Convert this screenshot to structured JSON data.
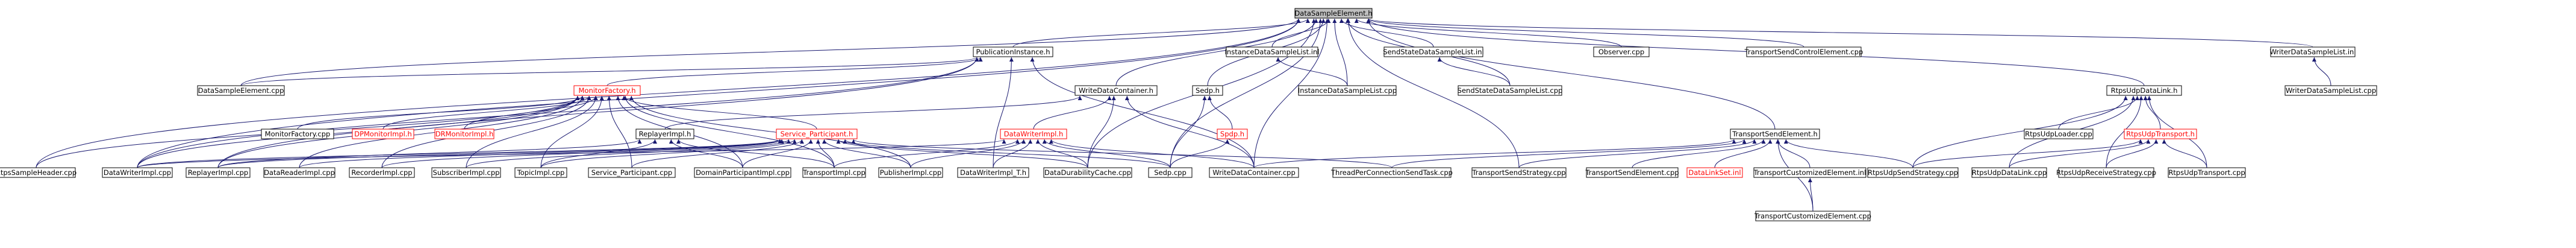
{
  "graph": {
    "nodes": [
      {
        "id": "root",
        "label": "DataSampleElement.h",
        "kind": "root"
      },
      {
        "id": "pubinst",
        "label": "PublicationInstance.h",
        "kind": "normal"
      },
      {
        "id": "instlist_h",
        "label": "InstanceDataSampleList.inl",
        "kind": "normal"
      },
      {
        "id": "sendstate_inl",
        "label": "SendStateDataSampleList.inl",
        "kind": "normal"
      },
      {
        "id": "observer",
        "label": "Observer.cpp",
        "kind": "normal"
      },
      {
        "id": "tsce",
        "label": "TransportSendControlElement.cpp",
        "kind": "normal"
      },
      {
        "id": "wdsl_inl",
        "label": "WriterDataSampleList.inl",
        "kind": "normal"
      },
      {
        "id": "dse_cpp",
        "label": "DataSampleElement.cpp",
        "kind": "normal"
      },
      {
        "id": "monfac_h",
        "label": "MonitorFactory.h",
        "kind": "red"
      },
      {
        "id": "wdc_h",
        "label": "WriteDataContainer.h",
        "kind": "normal"
      },
      {
        "id": "sedp_h",
        "label": "Sedp.h",
        "kind": "normal"
      },
      {
        "id": "idsl_cpp",
        "label": "InstanceDataSampleList.cpp",
        "kind": "normal"
      },
      {
        "id": "ssdsl_cpp",
        "label": "SendStateDataSampleList.cpp",
        "kind": "normal"
      },
      {
        "id": "tse_h",
        "label": "TransportSendElement.h",
        "kind": "normal"
      },
      {
        "id": "rtpslink_h",
        "label": "RtpsUdpDataLink.h",
        "kind": "normal"
      },
      {
        "id": "wdsl_cpp",
        "label": "WriterDataSampleList.cpp",
        "kind": "normal"
      },
      {
        "id": "monfac_cpp",
        "label": "MonitorFactory.cpp",
        "kind": "normal"
      },
      {
        "id": "dpmon_h",
        "label": "DPMonitorImpl.h",
        "kind": "red"
      },
      {
        "id": "drmon_h",
        "label": "DRMonitorImpl.h",
        "kind": "red"
      },
      {
        "id": "replayer_h",
        "label": "ReplayerImpl.h",
        "kind": "normal"
      },
      {
        "id": "svcpart_h",
        "label": "Service_Participant.h",
        "kind": "red"
      },
      {
        "id": "dwimpl_h",
        "label": "DataWriterImpl.h",
        "kind": "red"
      },
      {
        "id": "spdp_h",
        "label": "Spdp.h",
        "kind": "red"
      },
      {
        "id": "rtpsloader",
        "label": "RtpsUdpLoader.cpp",
        "kind": "normal"
      },
      {
        "id": "rtpstrans_h",
        "label": "RtpsUdpTransport.h",
        "kind": "red"
      },
      {
        "id": "rtpssample",
        "label": "RtpsSampleHeader.cpp",
        "kind": "normal"
      },
      {
        "id": "dwimpl_cpp",
        "label": "DataWriterImpl.cpp",
        "kind": "normal"
      },
      {
        "id": "replayer_cpp",
        "label": "ReplayerImpl.cpp",
        "kind": "normal"
      },
      {
        "id": "drimpl_cpp",
        "label": "DataReaderImpl.cpp",
        "kind": "normal"
      },
      {
        "id": "recorder_cpp",
        "label": "RecorderImpl.cpp",
        "kind": "normal"
      },
      {
        "id": "subscriber_cpp",
        "label": "SubscriberImpl.cpp",
        "kind": "normal"
      },
      {
        "id": "topic_cpp",
        "label": "TopicImpl.cpp",
        "kind": "normal"
      },
      {
        "id": "svcpart_cpp",
        "label": "Service_Participant.cpp",
        "kind": "normal"
      },
      {
        "id": "domain_cpp",
        "label": "DomainParticipantImpl.cpp",
        "kind": "normal"
      },
      {
        "id": "transport_cpp",
        "label": "TransportImpl.cpp",
        "kind": "normal"
      },
      {
        "id": "publisher_cpp",
        "label": "PublisherImpl.cpp",
        "kind": "normal"
      },
      {
        "id": "dwimplT_cpp",
        "label": "DataWriterImpl_T.h",
        "kind": "normal"
      },
      {
        "id": "ddc_cpp",
        "label": "DataDurabilityCache.cpp",
        "kind": "normal"
      },
      {
        "id": "sedp_cpp",
        "label": "Sedp.cpp",
        "kind": "normal"
      },
      {
        "id": "wdc_cpp",
        "label": "WriteDataContainer.cpp",
        "kind": "normal"
      },
      {
        "id": "tpcst_cpp",
        "label": "ThreadPerConnectionSendTask.cpp",
        "kind": "normal"
      },
      {
        "id": "tss_cpp",
        "label": "TransportSendStrategy.cpp",
        "kind": "normal"
      },
      {
        "id": "tse_cpp",
        "label": "TransportSendElement.cpp",
        "kind": "normal"
      },
      {
        "id": "dlset",
        "label": "DataLinkSet.inl",
        "kind": "red"
      },
      {
        "id": "tce_inl",
        "label": "TransportCustomizedElement.inl",
        "kind": "normal"
      },
      {
        "id": "rtpsss_cpp",
        "label": "RtpsUdpSendStrategy.cpp",
        "kind": "normal"
      },
      {
        "id": "rtpslink_cpp",
        "label": "RtpsUdpDataLink.cpp",
        "kind": "normal"
      },
      {
        "id": "rtpsrs_cpp",
        "label": "RtpsUdpReceiveStrategy.cpp",
        "kind": "normal"
      },
      {
        "id": "rtpstrans_cpp",
        "label": "RtpsUdpTransport.cpp",
        "kind": "normal"
      },
      {
        "id": "tce_cpp",
        "label": "TransportCustomizedElement.cpp",
        "kind": "normal"
      }
    ],
    "edges": [
      [
        "pubinst",
        "root"
      ],
      [
        "instlist_h",
        "root"
      ],
      [
        "sendstate_inl",
        "root"
      ],
      [
        "observer",
        "root"
      ],
      [
        "tsce",
        "root"
      ],
      [
        "wdsl_inl",
        "root"
      ],
      [
        "dse_cpp",
        "root"
      ],
      [
        "wdc_h",
        "root"
      ],
      [
        "sedp_h",
        "root"
      ],
      [
        "idsl_cpp",
        "root"
      ],
      [
        "ssdsl_cpp",
        "root"
      ],
      [
        "tse_h",
        "root"
      ],
      [
        "rtpslink_h",
        "root"
      ],
      [
        "rtpssample",
        "root"
      ],
      [
        "dwimpl_cpp",
        "root"
      ],
      [
        "ddc_cpp",
        "root"
      ],
      [
        "sedp_cpp",
        "root"
      ],
      [
        "wdc_cpp",
        "root"
      ],
      [
        "tss_cpp",
        "root"
      ],
      [
        "idsl_cpp",
        "instlist_h"
      ],
      [
        "ssdsl_cpp",
        "sendstate_inl"
      ],
      [
        "wdsl_cpp",
        "wdsl_inl"
      ],
      [
        "monfac_h",
        "pubinst"
      ],
      [
        "dse_cpp",
        "pubinst"
      ],
      [
        "replayer_cpp",
        "pubinst"
      ],
      [
        "dwimpl_cpp",
        "pubinst"
      ],
      [
        "dwimplT_cpp",
        "pubinst"
      ],
      [
        "wdc_cpp",
        "pubinst"
      ],
      [
        "monfac_cpp",
        "monfac_h"
      ],
      [
        "dpmon_h",
        "monfac_h"
      ],
      [
        "drmon_h",
        "monfac_h"
      ],
      [
        "svcpart_h",
        "monfac_h"
      ],
      [
        "rtpssample",
        "monfac_h"
      ],
      [
        "dwimpl_cpp",
        "monfac_h"
      ],
      [
        "replayer_cpp",
        "monfac_h"
      ],
      [
        "drimpl_cpp",
        "monfac_h"
      ],
      [
        "recorder_cpp",
        "monfac_h"
      ],
      [
        "subscriber_cpp",
        "monfac_h"
      ],
      [
        "topic_cpp",
        "monfac_h"
      ],
      [
        "svcpart_cpp",
        "monfac_h"
      ],
      [
        "domain_cpp",
        "monfac_h"
      ],
      [
        "transport_cpp",
        "monfac_h"
      ],
      [
        "publisher_cpp",
        "monfac_h"
      ],
      [
        "replayer_h",
        "wdc_h"
      ],
      [
        "dwimpl_h",
        "wdc_h"
      ],
      [
        "ddc_cpp",
        "wdc_h"
      ],
      [
        "wdc_cpp",
        "wdc_h"
      ],
      [
        "spdp_h",
        "sedp_h"
      ],
      [
        "sedp_cpp",
        "sedp_h"
      ],
      [
        "sedp_cpp",
        "spdp_h"
      ],
      [
        "replayer_cpp",
        "replayer_h"
      ],
      [
        "domain_cpp",
        "replayer_h"
      ],
      [
        "transport_cpp",
        "replayer_h"
      ],
      [
        "topic_cpp",
        "replayer_h"
      ],
      [
        "dwimpl_cpp",
        "svcpart_h"
      ],
      [
        "replayer_cpp",
        "svcpart_h"
      ],
      [
        "drimpl_cpp",
        "svcpart_h"
      ],
      [
        "recorder_cpp",
        "svcpart_h"
      ],
      [
        "subscriber_cpp",
        "svcpart_h"
      ],
      [
        "topic_cpp",
        "svcpart_h"
      ],
      [
        "svcpart_cpp",
        "svcpart_h"
      ],
      [
        "domain_cpp",
        "svcpart_h"
      ],
      [
        "transport_cpp",
        "svcpart_h"
      ],
      [
        "publisher_cpp",
        "svcpart_h"
      ],
      [
        "ddc_cpp",
        "svcpart_h"
      ],
      [
        "sedp_cpp",
        "svcpart_h"
      ],
      [
        "tpcst_cpp",
        "svcpart_h"
      ],
      [
        "dwimpl_cpp",
        "dwimpl_h"
      ],
      [
        "transport_cpp",
        "dwimpl_h"
      ],
      [
        "publisher_cpp",
        "dwimpl_h"
      ],
      [
        "dwimplT_cpp",
        "dwimpl_h"
      ],
      [
        "ddc_cpp",
        "dwimpl_h"
      ],
      [
        "sedp_cpp",
        "dwimpl_h"
      ],
      [
        "wdc_cpp",
        "dwimpl_h"
      ],
      [
        "tpcst_cpp",
        "tse_h"
      ],
      [
        "tss_cpp",
        "tse_h"
      ],
      [
        "tse_cpp",
        "tse_h"
      ],
      [
        "dlset",
        "tse_h"
      ],
      [
        "tce_inl",
        "tse_h"
      ],
      [
        "rtpsss_cpp",
        "tse_h"
      ],
      [
        "tce_cpp",
        "tse_h"
      ],
      [
        "wdc_cpp",
        "tse_h"
      ],
      [
        "tce_cpp",
        "tce_inl"
      ],
      [
        "rtpsloader",
        "rtpslink_h"
      ],
      [
        "rtpstrans_h",
        "rtpslink_h"
      ],
      [
        "rtpsss_cpp",
        "rtpslink_h"
      ],
      [
        "rtpslink_cpp",
        "rtpslink_h"
      ],
      [
        "rtpsrs_cpp",
        "rtpslink_h"
      ],
      [
        "rtpstrans_cpp",
        "rtpslink_h"
      ],
      [
        "rtpsss_cpp",
        "rtpstrans_h"
      ],
      [
        "rtpslink_cpp",
        "rtpstrans_h"
      ],
      [
        "rtpsrs_cpp",
        "rtpstrans_h"
      ],
      [
        "rtpstrans_cpp",
        "rtpstrans_h"
      ]
    ]
  }
}
